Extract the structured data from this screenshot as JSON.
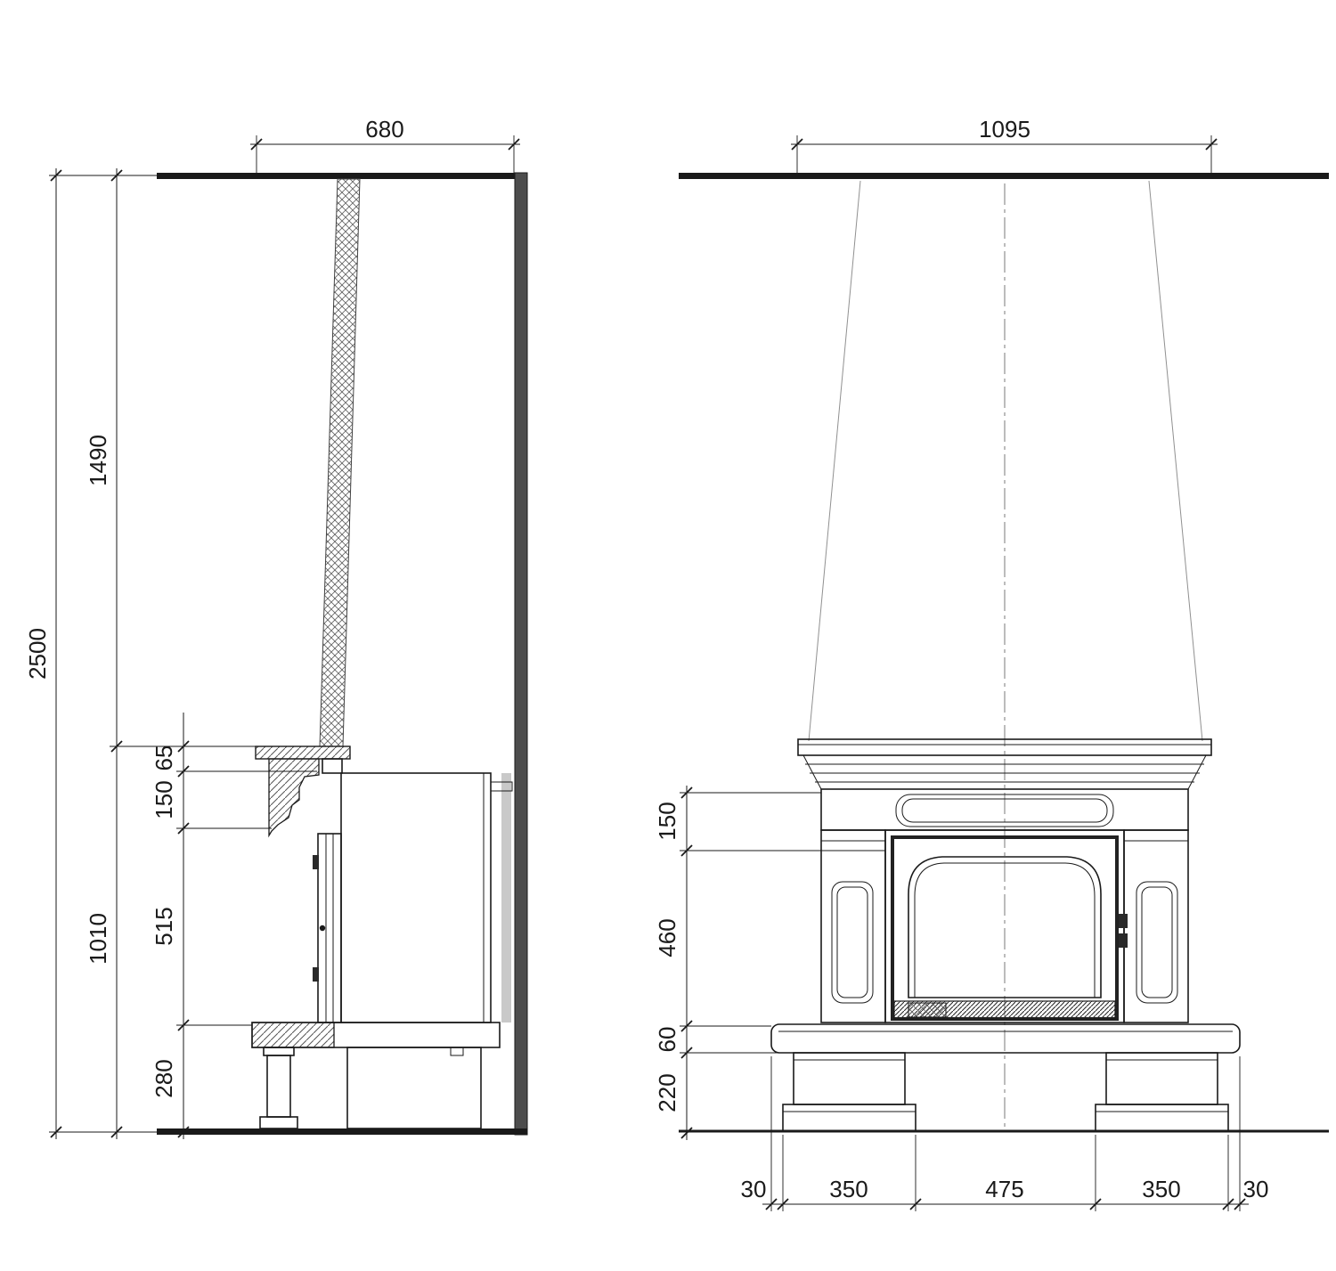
{
  "side_view": {
    "dim_top_width": "680",
    "dim_total_height": "2500",
    "dim_ceiling_to_mantel": "1490",
    "dim_mantel_to_floor": "1010",
    "dim_shelf": "65",
    "dim_molding": "150",
    "dim_opening": "515",
    "dim_base": "280"
  },
  "front_view": {
    "dim_top_width": "1095",
    "dim_frieze": "150",
    "dim_door": "460",
    "dim_bench": "60",
    "dim_plinth": "220",
    "dim_bottom_left_margin": "30",
    "dim_bottom_left_foot": "350",
    "dim_bottom_center": "475",
    "dim_bottom_right_foot": "350",
    "dim_bottom_right_margin": "30"
  }
}
